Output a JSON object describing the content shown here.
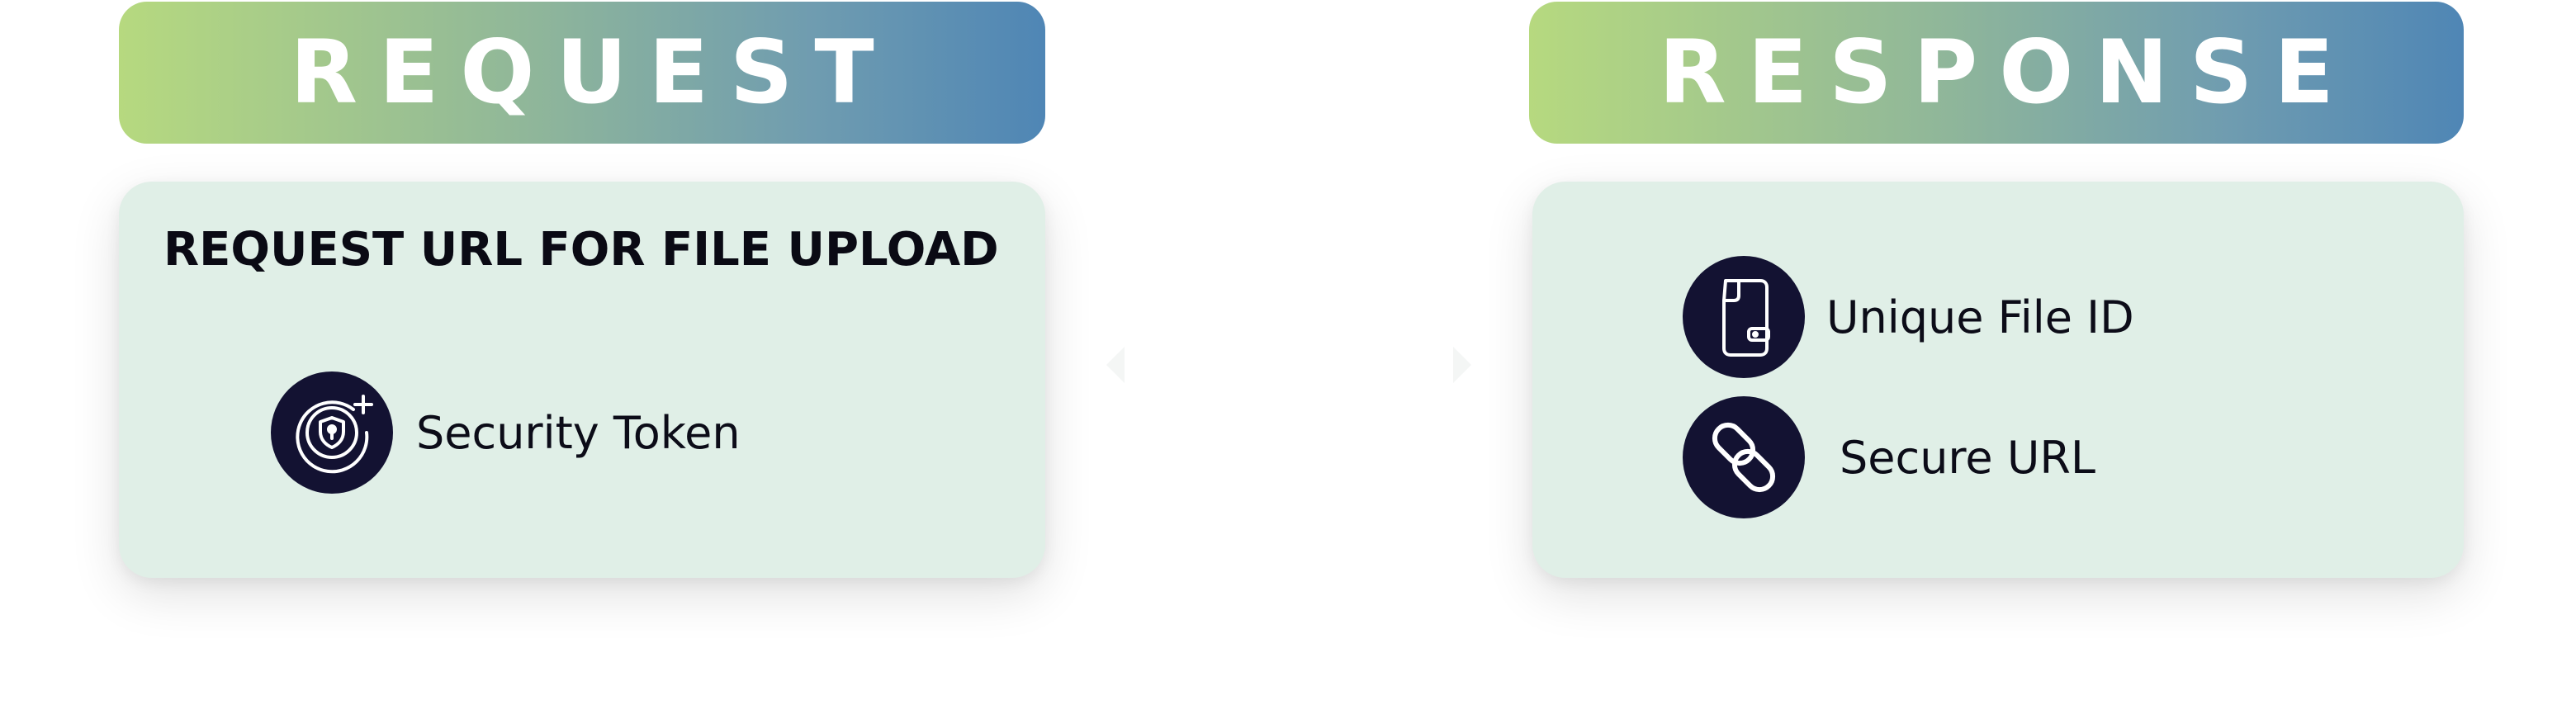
{
  "request": {
    "header": "REQUEST",
    "title": "REQUEST URL FOR FILE UPLOAD",
    "items": [
      {
        "label": "Security Token",
        "icon": "security-token-icon"
      }
    ]
  },
  "response": {
    "header": "RESPONSE",
    "items": [
      {
        "label": "Unique File ID",
        "icon": "file-id-icon"
      },
      {
        "label": "Secure URL",
        "icon": "link-icon"
      }
    ]
  },
  "colors": {
    "gradient_start": "#b6d97f",
    "gradient_end": "#4f86b5",
    "panel_bg": "#e0efe7",
    "icon_bg": "#131232"
  }
}
